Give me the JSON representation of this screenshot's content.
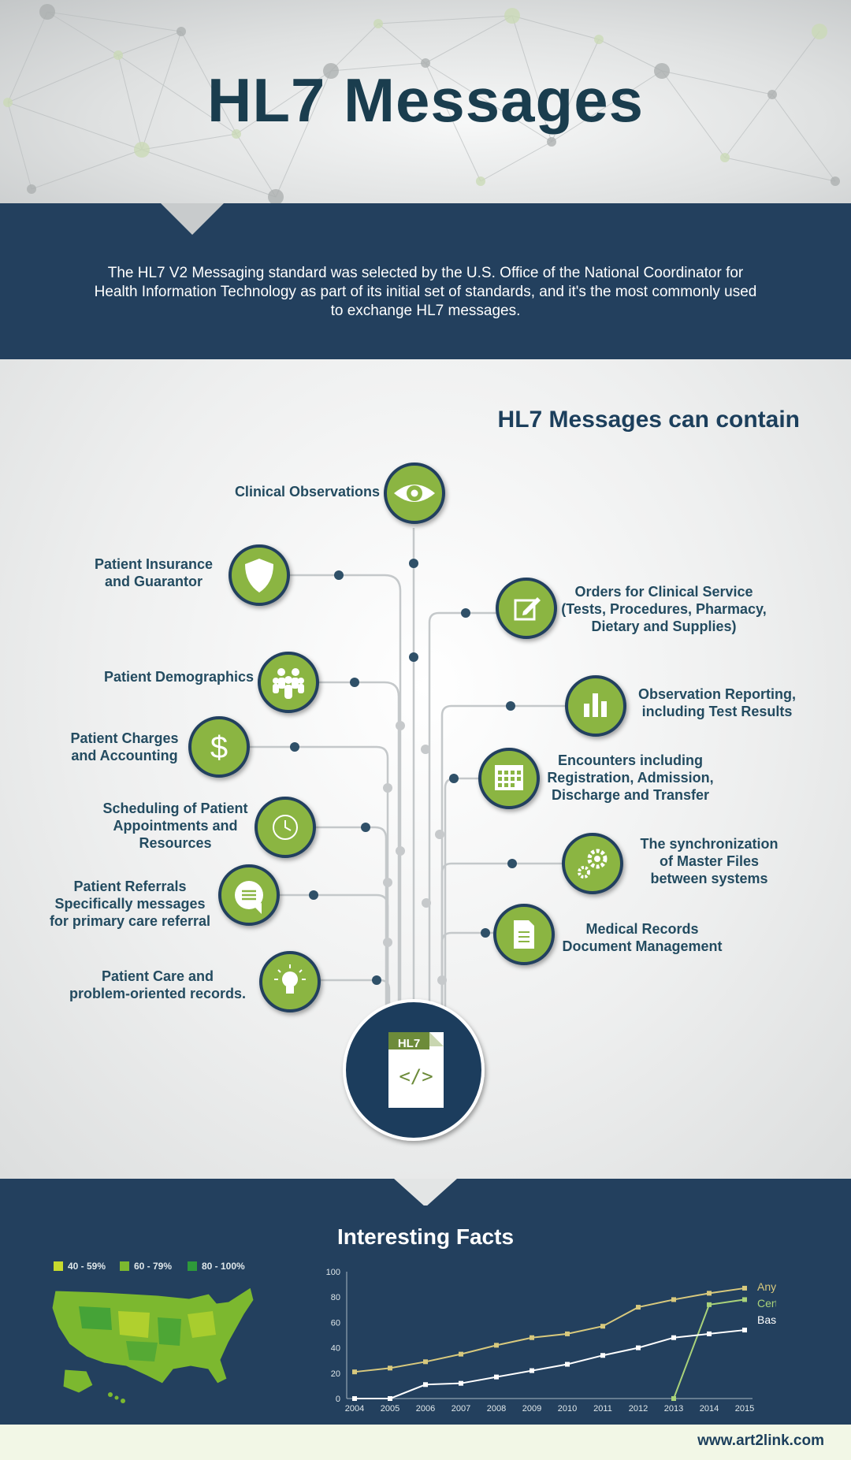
{
  "header": {
    "title": "HL7 Messages"
  },
  "intro": {
    "text": "The HL7 V2 Messaging standard was selected by the U.S. Office of the National Coordinator for Health Information Technology as part of its initial set of standards, and it's the most commonly used to exchange HL7 messages."
  },
  "contain": {
    "title": "HL7 Messages can contain",
    "left_items": [
      "Clinical Observations",
      "Patient Insurance\nand Guarantor",
      "Patient Demographics",
      "Patient Charges\nand Accounting",
      "Scheduling of Patient\nAppointments and\nResources",
      "Patient Referrals\nSpecifically messages\nfor primary care referral",
      "Patient Care and\nproblem-oriented records."
    ],
    "right_items": [
      "Orders for Clinical Service\n(Tests, Procedures, Pharmacy,\nDietary and Supplies)",
      "Observation Reporting,\nincluding Test Results",
      "Encounters including\nRegistration, Admission,\nDischarge and Transfer",
      "The synchronization\nof Master Files\nbetween systems",
      "Medical Records\nDocument Management"
    ],
    "hub_label": "HL7",
    "hub_code": "</>",
    "icons": [
      "eye-icon",
      "shield-icon",
      "people-icon",
      "dollar-icon",
      "clock-icon",
      "chat-icon",
      "bulb-icon",
      "edit-icon",
      "bar-chart-icon",
      "calendar-icon",
      "gears-icon",
      "document-icon"
    ]
  },
  "facts": {
    "title": "Interesting Facts",
    "map_legend": [
      {
        "label": "40 - 59%",
        "color": "#c6da2e"
      },
      {
        "label": "60 - 79%",
        "color": "#7cb82f"
      },
      {
        "label": "80 - 100%",
        "color": "#2e9a3a"
      }
    ]
  },
  "footer": {
    "url": "www.art2link.com"
  },
  "colors": {
    "navy": "#23405e",
    "green": "#8bb543",
    "dark_text": "#234b60"
  },
  "chart_data": {
    "type": "line",
    "x": [
      "2004",
      "2005",
      "2006",
      "2007",
      "2008",
      "2009",
      "2010",
      "2011",
      "2012",
      "2013",
      "2014",
      "2015"
    ],
    "ylim": [
      0,
      100
    ],
    "yticks": [
      0,
      20,
      40,
      60,
      80,
      100
    ],
    "legend_position": "right",
    "series": [
      {
        "name": "Any EHR",
        "color": "#d8c97d",
        "values": [
          21,
          24,
          29,
          35,
          42,
          48,
          51,
          57,
          72,
          78,
          83,
          87
        ]
      },
      {
        "name": "Certified EHR",
        "color": "#a9d27a",
        "values": [
          null,
          null,
          null,
          null,
          null,
          null,
          null,
          null,
          null,
          0,
          74,
          78
        ]
      },
      {
        "name": "Basic EHR",
        "color": "#ffffff",
        "values": [
          0,
          0,
          11,
          12,
          17,
          22,
          27,
          34,
          40,
          48,
          51,
          54
        ]
      }
    ]
  }
}
